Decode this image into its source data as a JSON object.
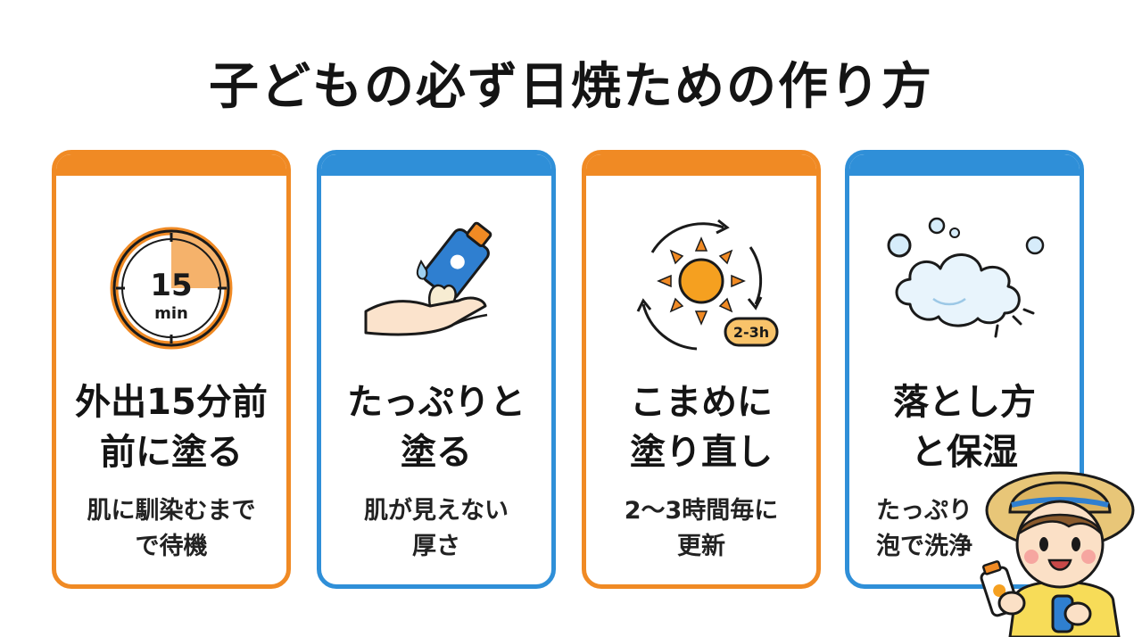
{
  "title": "子どもの必ず日焼ための作り方",
  "colors": {
    "orange": "#f08a24",
    "blue": "#2f8fd8"
  },
  "cards": [
    {
      "heading_line1": "外出15分前",
      "heading_line2": "前に塗る",
      "sub_line1": "肌に馴染むまで",
      "sub_line2": "で待機",
      "icon": "timer-icon",
      "timer_number": "15",
      "timer_unit": "min"
    },
    {
      "heading_line1": "たっぷりと",
      "heading_line2": "塗る",
      "sub_line1": "肌が見えない",
      "sub_line2": "厚さ",
      "icon": "sunscreen-hand-icon"
    },
    {
      "heading_line1": "こまめに",
      "heading_line2": "塗り直し",
      "sub_line1": "2〜3時間毎に",
      "sub_line2": "更新",
      "icon": "sun-cycle-icon",
      "badge": "2-3h"
    },
    {
      "heading_line1": "落とし方",
      "heading_line2": "と保湿",
      "sub_line1": "たっぷり",
      "sub_line2": "泡で洗浄",
      "icon": "foam-bubbles-icon"
    }
  ],
  "mascot": "child-mascot-icon"
}
